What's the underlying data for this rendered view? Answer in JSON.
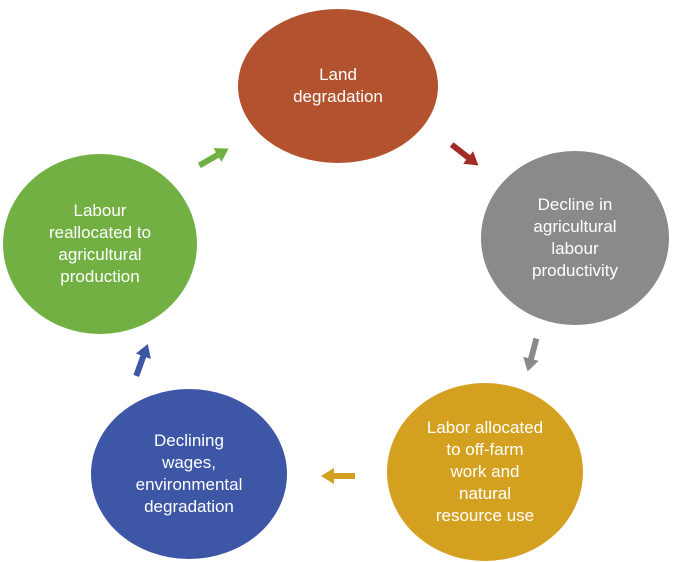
{
  "nodes": [
    {
      "id": "land",
      "label": "Land\ndegradation",
      "color": "#b3522f"
    },
    {
      "id": "decline",
      "label": "Decline in\nagricultural\nlabour\nproductivity",
      "color": "#8a8a8a"
    },
    {
      "id": "labor_off",
      "label": "Labor allocated\nto off-farm\nwork and\nnatural\nresource use",
      "color": "#d4a01f"
    },
    {
      "id": "wages",
      "label": "Declining\nwages,\nenvironmental\ndegradation",
      "color": "#3d56a6"
    },
    {
      "id": "realloc",
      "label": "Labour\nreallocated to\nagricultural\nproduction",
      "color": "#72b043"
    }
  ],
  "arrows": [
    {
      "from": "land",
      "to": "decline",
      "color": "#a32a25"
    },
    {
      "from": "decline",
      "to": "labor_off",
      "color": "#8a8a8a"
    },
    {
      "from": "labor_off",
      "to": "wages",
      "color": "#d4a01f"
    },
    {
      "from": "wages",
      "to": "realloc",
      "color": "#3d56a6"
    },
    {
      "from": "realloc",
      "to": "land",
      "color": "#72b043"
    }
  ]
}
